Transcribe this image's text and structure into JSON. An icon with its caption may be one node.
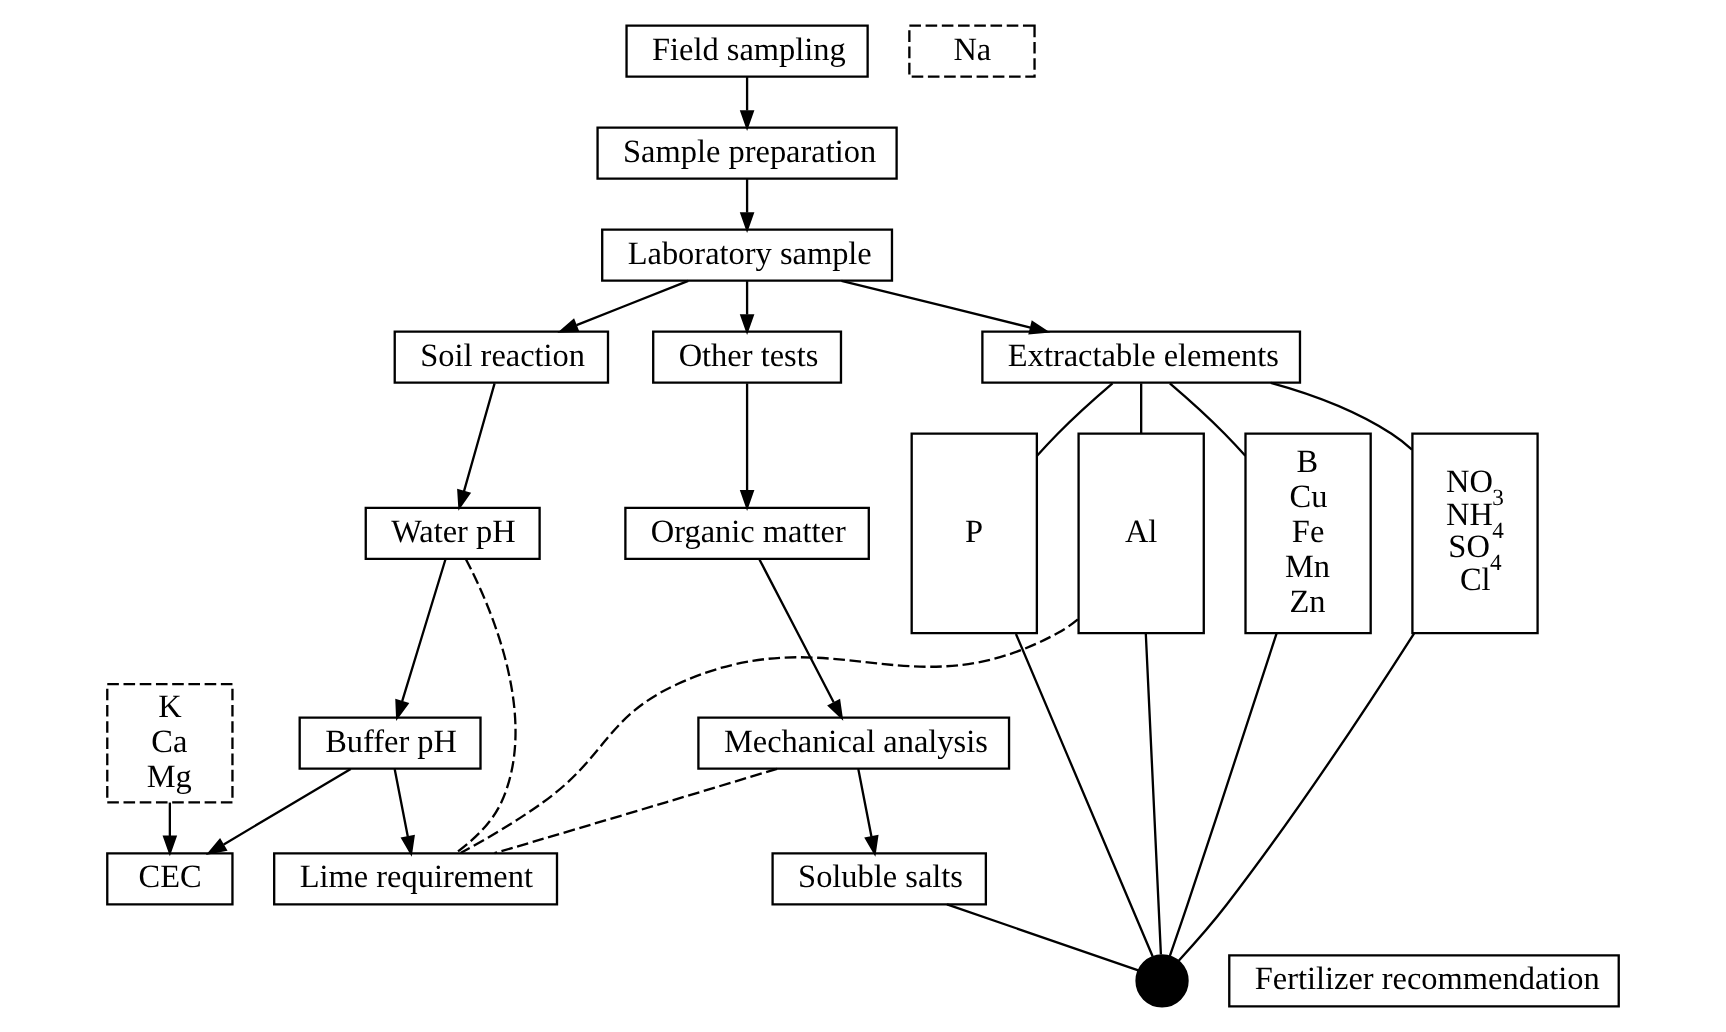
{
  "diagram": {
    "nodes": [
      {
        "text": [
          "Field sampling"
        ]
      },
      {
        "text": [
          "Sample preparation"
        ]
      },
      {
        "text": [
          "Laboratory sample"
        ]
      },
      {
        "text": [
          "Soil reaction"
        ]
      },
      {
        "text": [
          "Water pH"
        ]
      },
      {
        "text": [
          "Buffer pH"
        ]
      },
      {
        "text": [
          "CEC"
        ]
      },
      {
        "text": [
          "Extractable elements"
        ]
      },
      {
        "text": [
          "P"
        ]
      },
      {
        "text": [
          "K",
          "Ca",
          "Mg"
        ]
      },
      {
        "text": [
          "Al"
        ]
      },
      {
        "text": [
          "Na"
        ]
      },
      {
        "text": [
          "B",
          "Cu",
          "Fe",
          "Mn",
          "Zn"
        ]
      },
      {
        "text": [
          "NO$_{3}$",
          "NH$_{4}$",
          "SO$_{4}$",
          "Cl"
        ]
      },
      {
        "text": [
          "Other tests"
        ]
      },
      {
        "text": [
          "Organic matter"
        ]
      },
      {
        "text": [
          "Mechanical analysis"
        ]
      },
      {
        "text": [
          "Soluble salts"
        ]
      },
      {
        "text": [
          "Lime requirement"
        ]
      },
      {
        "text": [],
        "shape": "circle"
      },
      {
        "text": [
          "Fertilizer recommendation"
        ]
      }
    ],
    "edges": [
      {
        "from": 0,
        "to": 1,
        "arrow": "to"
      },
      {
        "from": 1,
        "to": 2,
        "arrow": "to"
      },
      {
        "from": 2,
        "to": 3,
        "arrow": "to"
      },
      {
        "from": 2,
        "to": 7,
        "arrow": "to"
      },
      {
        "from": 2,
        "to": 14,
        "arrow": "to"
      },
      {
        "from": 3,
        "to": 4,
        "arrow": "to"
      },
      {
        "from": 4,
        "to": 5,
        "arrow": "to"
      },
      {
        "from": 5,
        "to": 6,
        "arrow": "to"
      },
      {
        "from": 9,
        "to": 6,
        "arrow": "to"
      },
      {
        "from": 5,
        "to": 18,
        "arrow": "to"
      },
      {
        "from": 7,
        "to": 8,
        "arrow": "none"
      },
      {
        "from": 7,
        "to": 10,
        "arrow": "none"
      },
      {
        "from": 7,
        "to": 12,
        "arrow": "none"
      },
      {
        "from": 7,
        "to": 13,
        "arrow": "none"
      },
      {
        "from": 14,
        "to": 15,
        "arrow": "to"
      },
      {
        "from": 15,
        "to": 16,
        "arrow": "to"
      },
      {
        "from": 16,
        "to": 17,
        "arrow": "to"
      },
      {
        "from": 4,
        "to": 18,
        "arrow": "none",
        "style": "dashed"
      },
      {
        "from": 10,
        "to": 18,
        "arrow": "none",
        "style": "dashed"
      },
      {
        "from": 16,
        "to": 18,
        "arrow": "none",
        "style": "dashed"
      },
      {
        "from": 8,
        "to": 19,
        "arrow": "none"
      },
      {
        "from": 10,
        "to": 19,
        "arrow": "none"
      },
      {
        "from": 12,
        "to": 19,
        "arrow": "none"
      },
      {
        "from": 13,
        "to": 19,
        "arrow": "none"
      },
      {
        "from": 17,
        "to": 19,
        "arrow": "none"
      }
    ]
  }
}
